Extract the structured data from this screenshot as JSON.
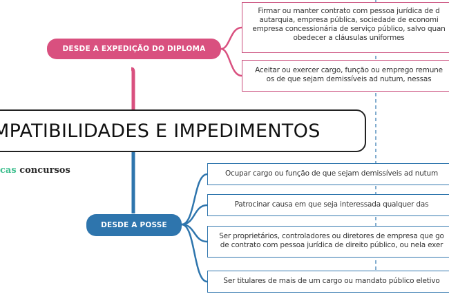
{
  "central_topic": "MPATIBILIDADES E IMPEDIMENTOS",
  "brand": {
    "part1": "cas",
    "part2": "concursos"
  },
  "branches": [
    {
      "label": "DESDE A EXPEDIÇÃO DO DIPLOMA",
      "color": "#d9507f",
      "items": [
        {
          "lines": [
            "Firmar ou manter contrato com pessoa jurídica de d",
            "autarquia, empresa pública, sociedade de economi",
            "empresa concessionária de serviço público, salvo quan",
            "obedecer a cláusulas uniformes"
          ]
        },
        {
          "lines": [
            "Aceitar ou exercer cargo, função ou emprego remune",
            "os de que sejam demissíveis ad nutum, nessas"
          ]
        }
      ]
    },
    {
      "label": "DESDE A POSSE",
      "color": "#2e75ad",
      "items": [
        {
          "lines": [
            "Ocupar cargo ou função de que sejam demissíveis ad nutum"
          ]
        },
        {
          "lines": [
            "Patrocinar causa em que seja interessada qualquer das"
          ]
        },
        {
          "lines": [
            "Ser proprietários, controladores ou diretores de empresa que go",
            "de contrato com pessoa jurídica de direito público, ou nela exer"
          ]
        },
        {
          "lines": [
            "Ser titulares de mais de um cargo ou mandato público eletivo"
          ]
        }
      ]
    }
  ]
}
